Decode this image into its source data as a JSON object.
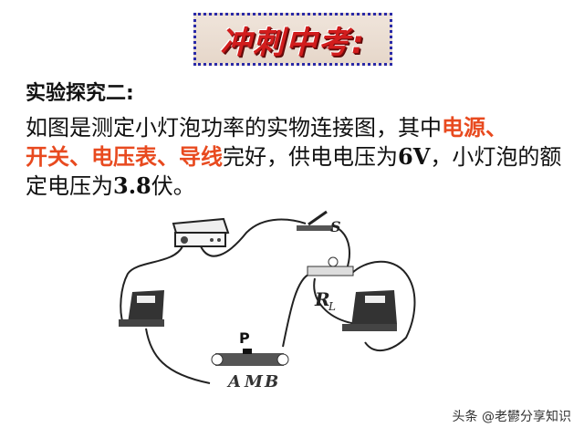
{
  "banner": {
    "title": "冲刺中考:"
  },
  "section": {
    "heading": "实验探究二:"
  },
  "paragraph": {
    "part1": "如图是测定小灯泡功率的实物连接图，其中",
    "red1": "电源、",
    "red2": "开关、电压表、导线",
    "part2": "完好，供电电压为",
    "voltage": "6V",
    "part3": "，小灯泡的额定电压为",
    "rated": "3.8",
    "part4": "伏。"
  },
  "diagram": {
    "labels": {
      "switch": "S",
      "lamp": "R",
      "lamp_sub": "L",
      "slider": "P",
      "terminal_a": "A",
      "terminal_m": "M",
      "terminal_b": "B"
    },
    "components": [
      "power-supply",
      "switch",
      "lamp",
      "voltmeter",
      "ammeter",
      "rheostat"
    ]
  },
  "watermark": {
    "text": "头条 @老鬰分享知识"
  },
  "colors": {
    "highlight": "#e84a1f",
    "banner_border": "#2a2aa8",
    "banner_text": "#d21d1d"
  }
}
